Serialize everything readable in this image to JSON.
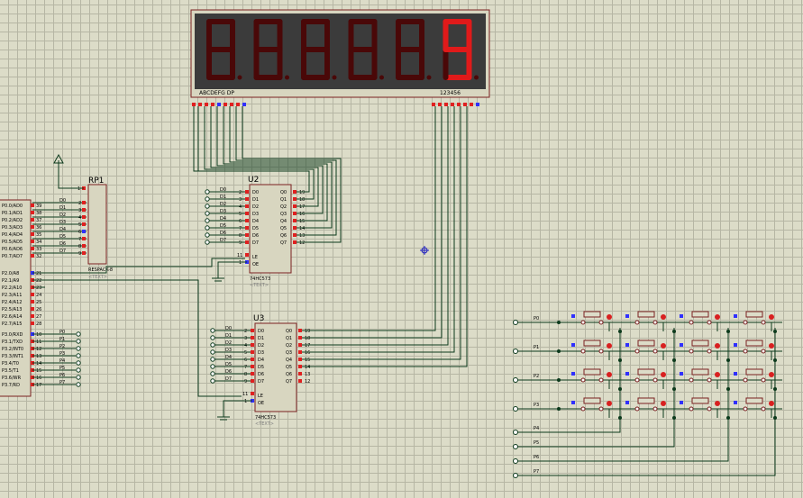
{
  "display": {
    "digits": [
      "8",
      "8",
      "8",
      "8",
      "8",
      "9"
    ],
    "seg_label": "ABCDEFG  DP",
    "digit_label": "123456",
    "on_color": "#e01a1a",
    "off_color": "#4a0808",
    "bg_color": "#3b3b3b"
  },
  "rp1": {
    "ref": "RP1",
    "value": "RESPACK-8",
    "text": "<TEXT>"
  },
  "u1": {
    "p0": [
      "P0.0/AD0",
      "P0.1/AD1",
      "P0.2/AD2",
      "P0.3/AD3",
      "P0.4/AD4",
      "P0.5/AD5",
      "P0.6/AD6",
      "P0.7/AD7"
    ],
    "p0_pins": [
      "39",
      "38",
      "37",
      "36",
      "35",
      "34",
      "33",
      "32"
    ],
    "p2": [
      "P2.0/A8",
      "P2.1/A9",
      "P2.2/A10",
      "P2.3/A11",
      "P2.4/A12",
      "P2.5/A13",
      "P2.6/A14",
      "P2.7/A15"
    ],
    "p2_pins": [
      "21",
      "22",
      "23",
      "24",
      "25",
      "26",
      "27",
      "28"
    ],
    "p3": [
      "P3.0/RXD",
      "P3.1/TXD",
      "P3.2/INT0",
      "P3.3/INT1",
      "P3.4/T0",
      "P3.5/T1",
      "P3.6/WR",
      "P3.7/RD"
    ],
    "p3_pins": [
      "10",
      "11",
      "12",
      "13",
      "14",
      "15",
      "16",
      "17"
    ]
  },
  "bus_labels": {
    "d": [
      "D0",
      "D1",
      "D2",
      "D3",
      "D4",
      "D5",
      "D6",
      "D7"
    ],
    "p": [
      "P0",
      "P1",
      "P2",
      "P3",
      "P4",
      "P5",
      "P6",
      "P7"
    ],
    "rp_pins": [
      "2",
      "3",
      "4",
      "5",
      "6",
      "7",
      "8",
      "9"
    ],
    "rp_pin1": "1"
  },
  "u2": {
    "ref": "U2",
    "value": "74HC573",
    "text": "<TEXT>",
    "d_pins": [
      "2",
      "3",
      "4",
      "5",
      "6",
      "7",
      "8",
      "9"
    ],
    "q": [
      "Q0",
      "Q1",
      "Q2",
      "Q3",
      "Q4",
      "Q5",
      "Q6",
      "Q7"
    ],
    "q_pins": [
      "19",
      "18",
      "17",
      "16",
      "15",
      "14",
      "13",
      "12"
    ],
    "le": "LE",
    "oe": "OE",
    "le_pin": "11",
    "oe_pin": "1"
  },
  "u3": {
    "ref": "U3",
    "value": "74HC573",
    "text": "<TEXT>",
    "d_pins": [
      "2",
      "3",
      "4",
      "5",
      "6",
      "7",
      "8",
      "9"
    ],
    "q": [
      "Q0",
      "Q1",
      "Q2",
      "Q3",
      "Q4",
      "Q5",
      "Q6",
      "Q7"
    ],
    "q_pins": [
      "19",
      "18",
      "17",
      "16",
      "15",
      "14",
      "13",
      "12"
    ],
    "le": "LE",
    "oe": "OE",
    "le_pin": "11",
    "oe_pin": "1"
  },
  "keypad": {
    "rows": [
      "P0",
      "P1",
      "P2",
      "P3"
    ],
    "cols": [
      "P4",
      "P5",
      "P6",
      "P7"
    ]
  }
}
